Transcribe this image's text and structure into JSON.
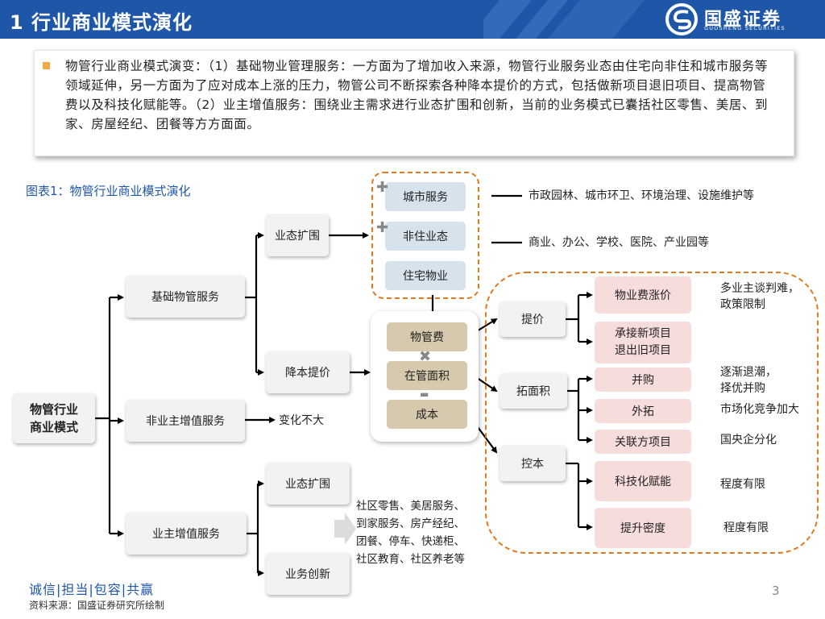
{
  "header": {
    "title": "1 行业商业模式演化",
    "logo_name": "国盛证券",
    "logo_sub": "GUOSHENG SECURITIES"
  },
  "summary": {
    "text": "物管行业商业模式演变：（1）基础物业管理服务：一方面为了增加收入来源，物管行业服务业态由住宅向非住和城市服务等领域延伸，另一方面为了应对成本上涨的压力，物管公司不断探索各种降本提价的方式，包括做新项目退旧项目、提高物管费以及科技化赋能等。（2）业主增值服务：围绕业主需求进行业态扩围和创新，当前的业务模式已囊括社区零售、美居、到家、房屋经纪、团餐等方方面面。"
  },
  "figure": {
    "caption": "图表1：物管行业商业模式演化",
    "root": "物管行业\n商业模式",
    "basic_service": "基础物管服务",
    "non_owner_service": "非业主增值服务",
    "non_owner_result": "变化不大",
    "owner_service": "业主增值服务",
    "scope_expand_1": "业态扩围",
    "cost_price": "降本提价",
    "scope_expand_2": "业态扩围",
    "biz_innovation": "业务创新",
    "owner_items": "社区零售、美居服务、\n到家服务、房产经纪、\n团餐、停车、快递柜、\n社区教育、社区养老等",
    "city_service": "城市服务",
    "nonres": "非住业态",
    "res": "住宅物业",
    "city_detail": "市政园林、城市环卫、环境治理、设施维护等",
    "nonres_detail": "商业、办公、学校、医院、产业园等",
    "fee": "物管费",
    "area": "在管面积",
    "cost": "成本",
    "raise_price": "提价",
    "expand_area": "拓面积",
    "control_cost": "控本",
    "fee_up": "物业费涨价",
    "new_proj": "承接新项目\n退出旧项目",
    "merger": "并购",
    "external": "外拓",
    "related": "关联方项目",
    "tech": "科技化赋能",
    "density": "提升密度",
    "fee_up_note": "多业主谈判难，\n政策限制",
    "merger_note": "逐渐退潮，\n择优并购",
    "external_note": "市场化竞争加大",
    "related_note": "国央企分化",
    "tech_note": "程度有限",
    "density_note": "程度有限",
    "plus_sign": "✚",
    "times_sign": "✖",
    "minus_sign": "▬"
  },
  "footer": {
    "motto": "诚信|担当|包容|共赢",
    "source": "资料来源：国盛证券研究所绘制",
    "page": "3"
  },
  "colors": {
    "brand_blue": "#1f57a8",
    "dashed_orange": "#e07a1f",
    "bullet": "#f3a943"
  }
}
